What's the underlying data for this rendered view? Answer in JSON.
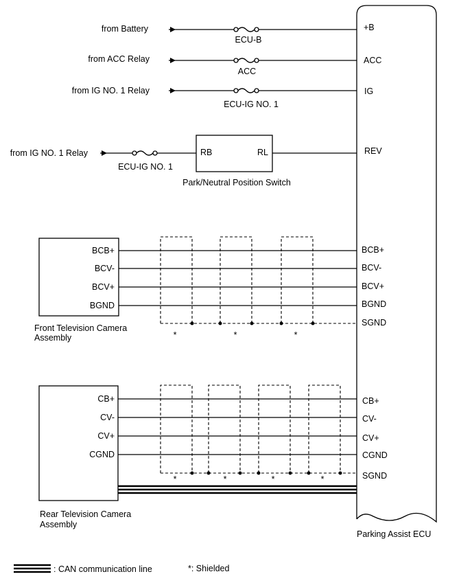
{
  "power": {
    "battery": {
      "source": "from Battery",
      "fuse": "ECU-B",
      "pin": "+B"
    },
    "acc": {
      "source": "from ACC Relay",
      "fuse": "ACC",
      "pin": "ACC"
    },
    "ig": {
      "source": "from IG NO. 1 Relay",
      "fuse": "ECU-IG NO. 1",
      "pin": "IG"
    },
    "rev": {
      "source": "from IG NO. 1 Relay",
      "fuse": "ECU-IG NO. 1",
      "pin": "REV"
    }
  },
  "switch": {
    "name": "Park/Neutral Position Switch",
    "pin_in": "RB",
    "pin_out": "RL"
  },
  "ecu": {
    "name": "Parking Assist ECU"
  },
  "front_camera": {
    "name_line1": "Front Television Camera",
    "name_line2": "Assembly",
    "pins": [
      "BCB+",
      "BCV-",
      "BCV+",
      "BGND"
    ],
    "ecu_pins": [
      "BCB+",
      "BCV-",
      "BCV+",
      "BGND",
      "SGND"
    ]
  },
  "rear_camera": {
    "name_line1": "Rear Television Camera",
    "name_line2": "Assembly",
    "pins": [
      "CB+",
      "CV-",
      "CV+",
      "CGND"
    ],
    "ecu_pins": [
      "CB+",
      "CV-",
      "CV+",
      "CGND",
      "SGND"
    ]
  },
  "shield_mark": "*",
  "legend": {
    "can": ": CAN communication line",
    "shielded": "*: Shielded"
  }
}
